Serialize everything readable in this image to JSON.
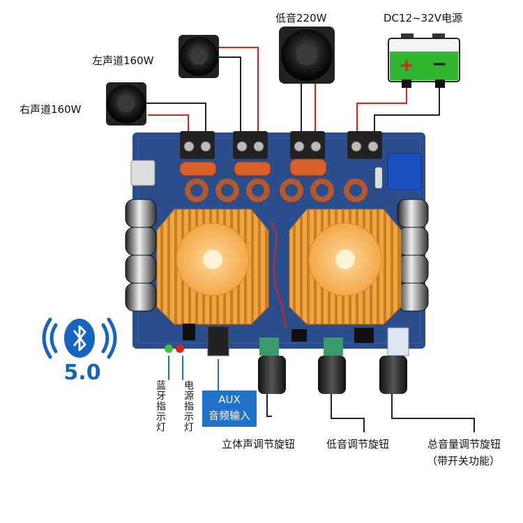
{
  "labels": {
    "bass_speaker": "低音220W",
    "power_source": "DC12~32V电源",
    "left_channel": "左声道160W",
    "right_channel": "右声道160W",
    "stereo_knob": "立体声调节旋钮",
    "bass_knob": "低音调节旋钮",
    "volume_knob": "总音量调节旋钮",
    "volume_knob_note": "（带开关功能）",
    "bluetooth_indicator": "蓝牙指示灯",
    "power_indicator": "电源指示灯",
    "aux_line1": "AUX",
    "aux_line2": "音频输入"
  },
  "battery": {
    "plus": "+",
    "minus": "−"
  },
  "bluetooth": {
    "version": "5.0"
  },
  "colors": {
    "board": "#2a4d8c",
    "heatsink": "#f0a640",
    "battery_green": "#2fb52f",
    "wire_red": "#e0201a",
    "wire_black": "#222222",
    "aux_blue": "#1e73c8",
    "bluetooth_blue": "#1565c0"
  }
}
